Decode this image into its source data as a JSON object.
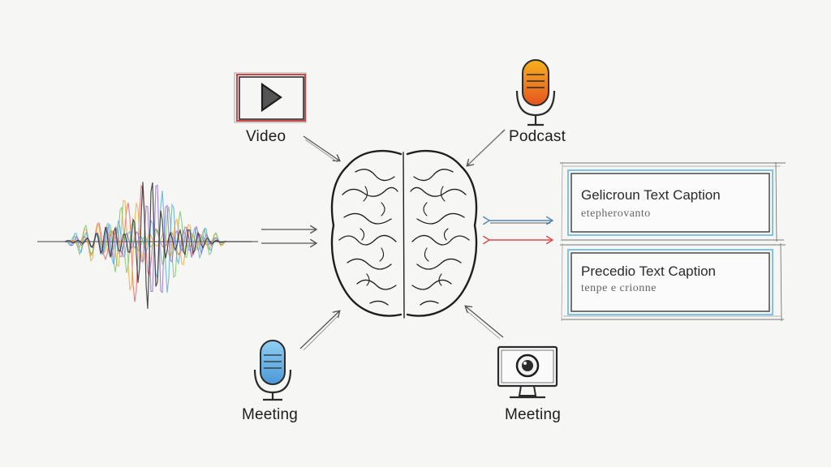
{
  "labels": {
    "video": "Video",
    "podcast": "Podcast",
    "meeting_left": "Meeting",
    "meeting_right": "Meeting"
  },
  "captions": [
    {
      "title": "Gelicroun Text Caption",
      "subtitle": "etepherovanto"
    },
    {
      "title": "Precedio Text Caption",
      "subtitle": "tenpe e crionne"
    }
  ],
  "colors": {
    "ink": "#2b2b2b",
    "video_frame": "#d04848",
    "podcast_mic": "#f09a1a",
    "meeting_mic": "#6ab4e6",
    "caption_border": "#7ec2ea",
    "arrow_blue": "#4f86b8",
    "arrow_red": "#e04848"
  },
  "icons": [
    "play-icon",
    "microphone-icon",
    "brain-icon",
    "webcam-icon",
    "waveform-icon"
  ]
}
